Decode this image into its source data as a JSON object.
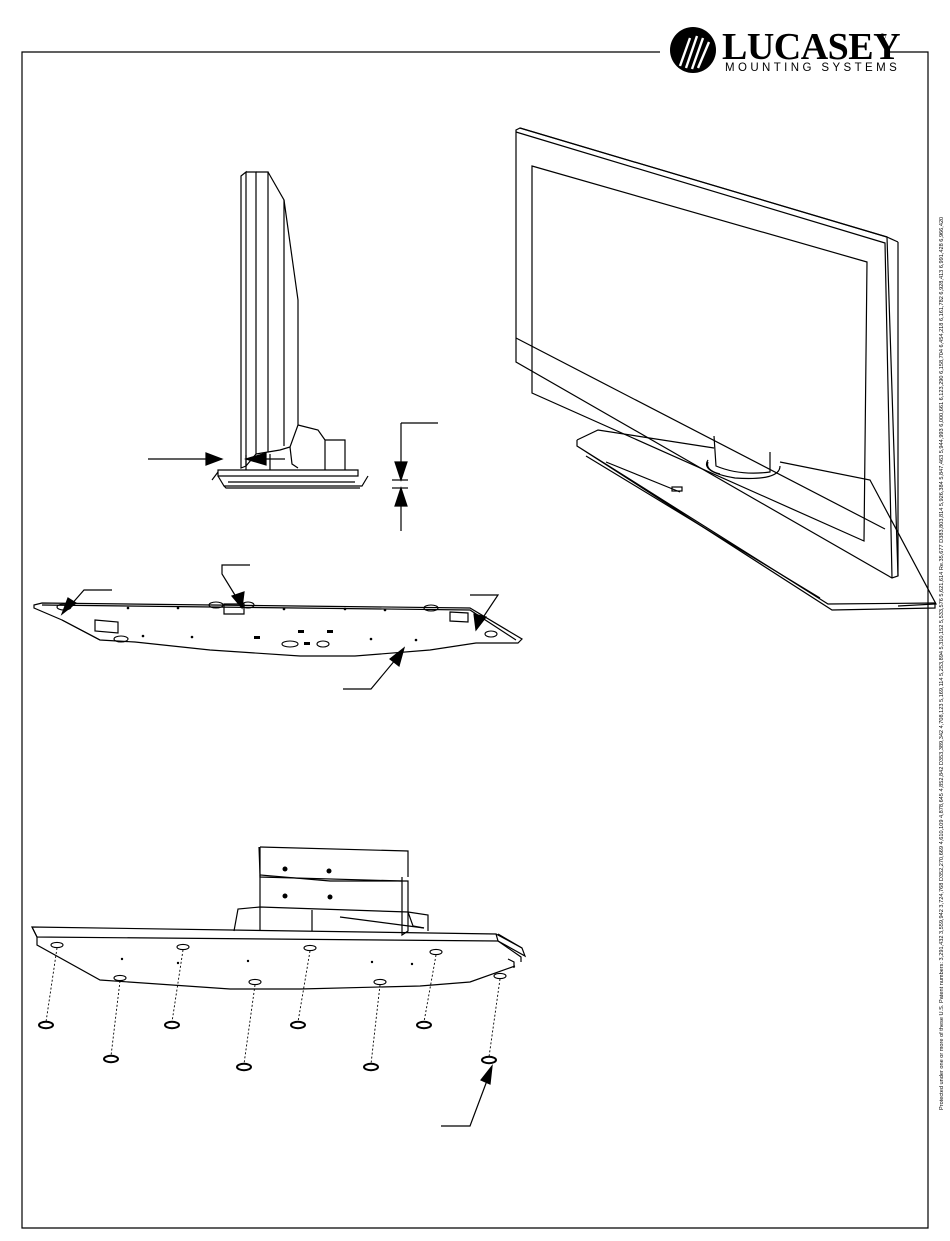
{
  "brand": {
    "name": "LUCASEY",
    "registered_mark": "®",
    "tagline": "MOUNTING SYSTEMS"
  },
  "patent_notice": "Protected under one or more of these U.S. Patent numbers: 3,291,432 3,559,942 3,724,768 D352,270,669 4,610,109 4,878,645 4,852,842 D353,389,342 4,708,123 5,169,114 5,253,894 5,310,152 5,533,576 5,621,614 Re.35,677 D383,803,814 5,926,384 5,847,463 5,944,993 6,000,661 6,123,290 6,158,704 6,454,218 6,161,782 6,928,413 6,991,428 6,966,420",
  "figures": [
    {
      "id": "tv-side-view",
      "description_visible": false
    },
    {
      "id": "tv-perspective-view",
      "description_visible": false
    },
    {
      "id": "base-plate-underside",
      "description_visible": false
    },
    {
      "id": "base-with-bracket-exploded",
      "description_visible": false
    }
  ],
  "colors": {
    "line": "#000000",
    "background": "#ffffff"
  }
}
